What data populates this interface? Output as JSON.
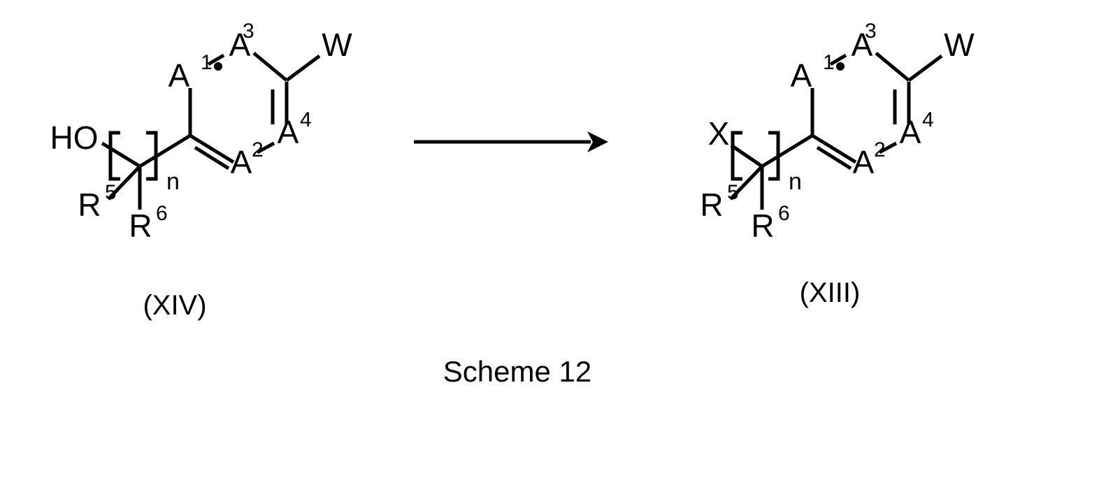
{
  "document": {
    "kind": "chemical-reaction-scheme",
    "caption": "Scheme 12",
    "background_color": "#ffffff",
    "ink_color": "#000000"
  },
  "reaction": {
    "arrow": {
      "direction": "right",
      "type": "single-forward",
      "label_above": "",
      "label_below": ""
    },
    "reactant": {
      "compound_label": "(XIV)",
      "leaving_group": "HO",
      "substituents": {
        "r5": "R",
        "r5_sup": "5",
        "r6": "R",
        "r6_sup": "6",
        "w": "W"
      },
      "repeat_unit": "n",
      "ring_atoms": [
        {
          "symbol": "A",
          "sup": "1"
        },
        {
          "symbol": "A",
          "sup": "3"
        },
        {
          "symbol": "A",
          "sup": "4"
        },
        {
          "symbol": "A",
          "sup": "2"
        }
      ]
    },
    "product": {
      "compound_label": "(XIII)",
      "leaving_group": "X",
      "substituents": {
        "r5": "R",
        "r5_sup": "5",
        "r6": "R",
        "r6_sup": "6",
        "w": "W"
      },
      "repeat_unit": "n",
      "ring_atoms": [
        {
          "symbol": "A",
          "sup": "1"
        },
        {
          "symbol": "A",
          "sup": "3"
        },
        {
          "symbol": "A",
          "sup": "4"
        },
        {
          "symbol": "A",
          "sup": "2"
        }
      ]
    }
  }
}
